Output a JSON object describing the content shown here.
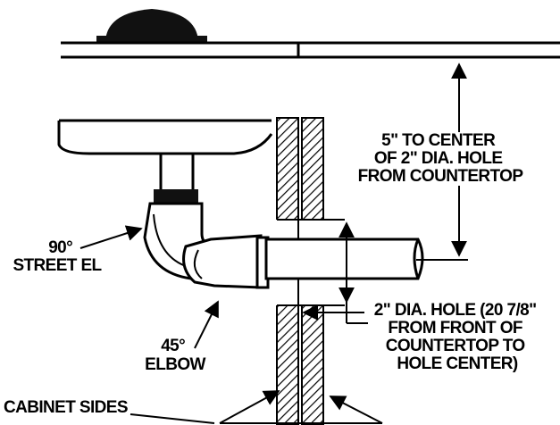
{
  "labels": {
    "dimension_top": [
      "5\" TO CENTER",
      "OF 2\" DIA. HOLE",
      "FROM COUNTERTOP"
    ],
    "hole_note": [
      "2\" DIA. HOLE (20 7/8\"",
      "FROM FRONT OF",
      "COUNTERTOP TO",
      "HOLE CENTER)"
    ],
    "street_el": [
      "90°",
      "STREET EL"
    ],
    "elbow": [
      "45°",
      "ELBOW"
    ],
    "cabinet": [
      "CABINET SIDES"
    ]
  }
}
